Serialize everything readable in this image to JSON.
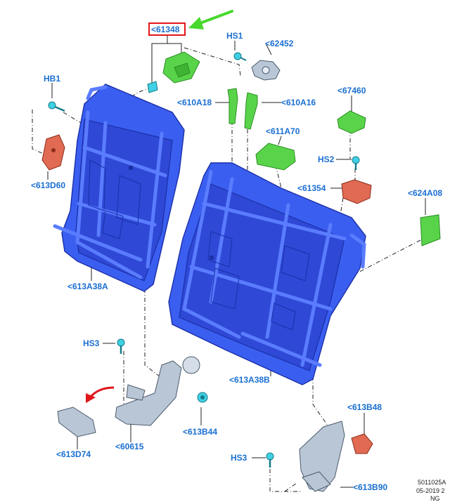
{
  "callouts": {
    "c61348": "<61348",
    "hs1": "HS1",
    "c62452": "<62452",
    "hb1": "HB1",
    "c610a18": "<610A18",
    "c610a16": "<610A16",
    "c67460": "<67460",
    "c611a70": "<611A70",
    "hs2": "HS2",
    "c61354": "<61354",
    "c613d60": "<613D60",
    "c624a08": "<624A08",
    "c613a38a": "<613A38A",
    "hs3_left": "HS3",
    "c613a38b": "<613A38B",
    "c613b48": "<613B48",
    "c613d74": "<613D74",
    "c60615": "<60615",
    "c613b44": "<613B44",
    "hs3_bottom": "HS3",
    "c613b90": "<613B90"
  },
  "footer": {
    "line1": "5011025A",
    "line2": "05-2019 2",
    "line3": "NG"
  },
  "colors": {
    "highlight_box": "#e0161b",
    "pointer_arrow": "#48d82e",
    "rotation_arrow": "#e0161b",
    "callout_text": "#1a6fd1"
  },
  "icons": {
    "pointer": "green-pointer-arrow-icon",
    "rotation": "red-rotation-arrow-icon"
  }
}
